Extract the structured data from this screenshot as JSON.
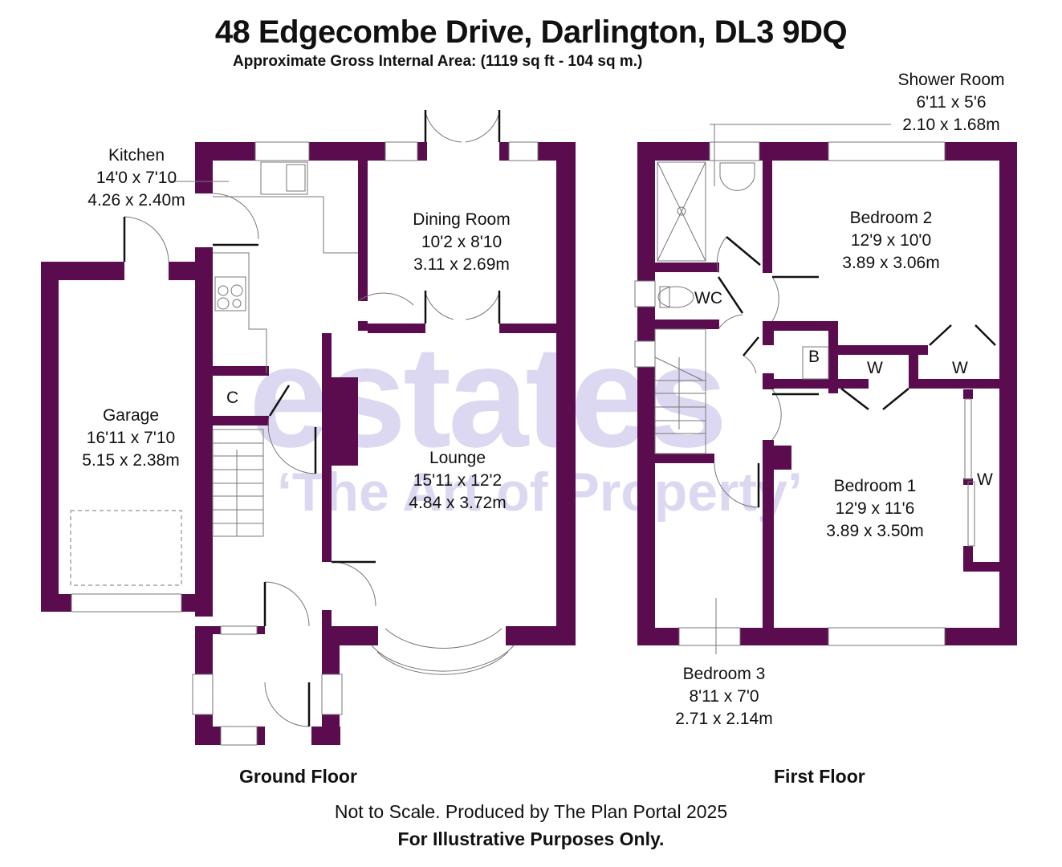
{
  "header": {
    "title": "48 Edgecombe Drive, Darlington, DL3 9DQ",
    "subtitle": "Approximate Gross Internal Area: (1119 sq ft - 104 sq m.)"
  },
  "colors": {
    "wall": "#5a0c4f",
    "watermark": "#ddd8f1",
    "fixture_line": "#777777",
    "text": "#111111"
  },
  "watermark": {
    "brand": "estates",
    "tagline": "‘The Art of Property’"
  },
  "ground_floor": {
    "label": "Ground Floor",
    "rooms": [
      {
        "name": "Kitchen",
        "imperial": "14'0 x 7'10",
        "metric": "4.26 x 2.40m"
      },
      {
        "name": "Dining Room",
        "imperial": "10'2 x 8'10",
        "metric": "3.11 x 2.69m"
      },
      {
        "name": "Garage",
        "imperial": "16'11 x 7'10",
        "metric": "5.15 x 2.38m"
      },
      {
        "name": "Lounge",
        "imperial": "15'11 x 12'2",
        "metric": "4.84 x 3.72m"
      }
    ],
    "markers": {
      "cupboard": "C"
    }
  },
  "first_floor": {
    "label": "First Floor",
    "rooms": [
      {
        "name": "Shower Room",
        "imperial": "6'11 x 5'6",
        "metric": "2.10 x 1.68m"
      },
      {
        "name": "Bedroom 2",
        "imperial": "12'9 x 10'0",
        "metric": "3.89 x 3.06m"
      },
      {
        "name": "Bedroom 1",
        "imperial": "12'9 x 11'6",
        "metric": "3.89 x 3.50m"
      },
      {
        "name": "Bedroom 3",
        "imperial": "8'11 x 7'0",
        "metric": "2.71 x 2.14m"
      }
    ],
    "markers": {
      "wc": "WC",
      "boiler": "B",
      "wardrobe_1": "W",
      "wardrobe_2": "W",
      "wardrobe_3": "W"
    }
  },
  "footer": {
    "line1": "Not to Scale. Produced by The Plan Portal 2025",
    "line2": "For Illustrative Purposes Only."
  }
}
